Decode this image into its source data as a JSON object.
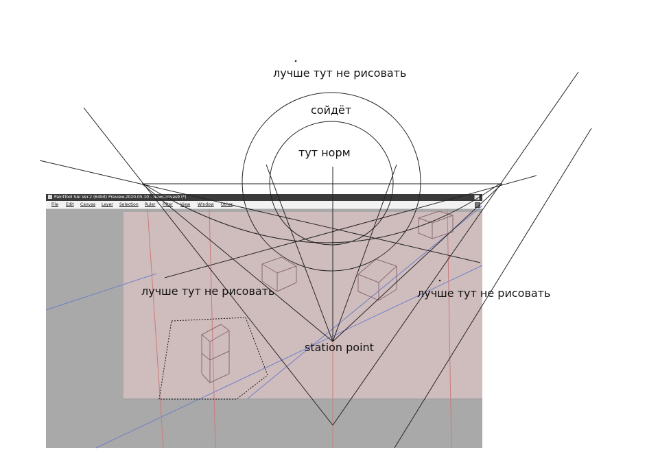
{
  "window": {
    "title": "PaintTool SAI Ver.2 (64bit) Preview.2020.05.10 - NewCanvas9 (*)",
    "minimize_glyph": "_"
  },
  "menu": {
    "items": [
      {
        "label": "File"
      },
      {
        "label": "Edit"
      },
      {
        "label": "Canvas"
      },
      {
        "label": "Layer"
      },
      {
        "label": "Selection"
      },
      {
        "label": "Ruler"
      },
      {
        "label": "Filter"
      },
      {
        "label": "View"
      },
      {
        "label": "Window"
      },
      {
        "label": "Other"
      }
    ]
  },
  "annotations": {
    "top_warning": "лучше тут не рисовать",
    "outer_circle": "сойдёт",
    "inner_circle": "тут норм",
    "left_warning": "лучше тут не рисовать",
    "right_warning": "лучше тут не рисовать",
    "station_point": "station point"
  },
  "colors": {
    "canvas_paper": "#cfbcbd",
    "workspace": "#a9a9a9",
    "titlebar": "#3a3a3a",
    "guide_blue": "#6f7fc8",
    "guide_red": "#c97b7b",
    "box_lines": "#8a6a72"
  },
  "icons": {
    "app": "app-icon",
    "minimize": "minimize-icon",
    "document": "document-icon"
  }
}
